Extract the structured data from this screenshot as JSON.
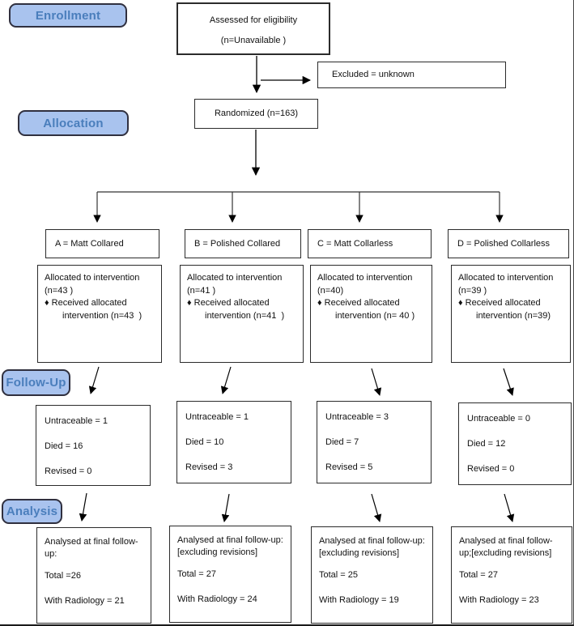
{
  "stages": {
    "enrollment": "Enrollment",
    "allocation": "Allocation",
    "followup": "Follow-Up",
    "analysis": "Analysis"
  },
  "top": {
    "assessed_line1": "Assessed for eligibility",
    "assessed_line2": "(n=Unavailable )",
    "excluded": "Excluded = unknown",
    "randomized": "Randomized (n=163)"
  },
  "colors": {
    "stage_label_fill": "#a9c3ee",
    "stage_label_text": "#4a7ebc",
    "stage_label_border": "#30303f",
    "box_border": "#2b2b2b",
    "arrow": "#000000"
  },
  "columns": [
    {
      "group": "A = Matt Collared",
      "allocated": {
        "l1": "Allocated to intervention",
        "l2": "(n=43 )",
        "l3": "♦ Received allocated",
        "l4": "intervention (n=43  )"
      },
      "followup": {
        "untraceable": "Untraceable = 1",
        "died": "Died = 16",
        "revised": "Revised = 0"
      },
      "analysis": {
        "header": "Analysed at final follow-up:",
        "total": "Total =26",
        "radiology": "With Radiology = 21"
      }
    },
    {
      "group": "B = Polished Collared",
      "allocated": {
        "l1": "Allocated to intervention",
        "l2": "(n=41 )",
        "l3": "♦ Received allocated",
        "l4": "intervention (n=41  )"
      },
      "followup": {
        "untraceable": "Untraceable = 1",
        "died": "Died = 10",
        "revised": "Revised = 3"
      },
      "analysis": {
        "header": "Analysed at final follow-up: [excluding revisions]",
        "total": "Total = 27",
        "radiology": "With Radiology = 24"
      }
    },
    {
      "group": "C = Matt Collarless",
      "allocated": {
        "l1": "Allocated to intervention",
        "l2": "(n=40)",
        "l3": "♦ Received allocated",
        "l4": "intervention (n= 40 )"
      },
      "followup": {
        "untraceable": "Untraceable = 3",
        "died": "Died = 7",
        "revised": "Revised = 5"
      },
      "analysis": {
        "header": "Analysed at final follow-up: [excluding revisions]",
        "total": "Total = 25",
        "radiology": "With Radiology = 19"
      }
    },
    {
      "group": "D = Polished Collarless",
      "allocated": {
        "l1": "Allocated to intervention",
        "l2": "(n=39 )",
        "l3": "♦ Received allocated",
        "l4": "intervention (n=39)"
      },
      "followup": {
        "untraceable": "Untraceable = 0",
        "died": "Died = 12",
        "revised": "Revised = 0"
      },
      "analysis": {
        "header": "Analysed at final follow-up;[excluding revisions]",
        "total": "Total = 27",
        "radiology": "With Radiology = 23"
      }
    }
  ]
}
